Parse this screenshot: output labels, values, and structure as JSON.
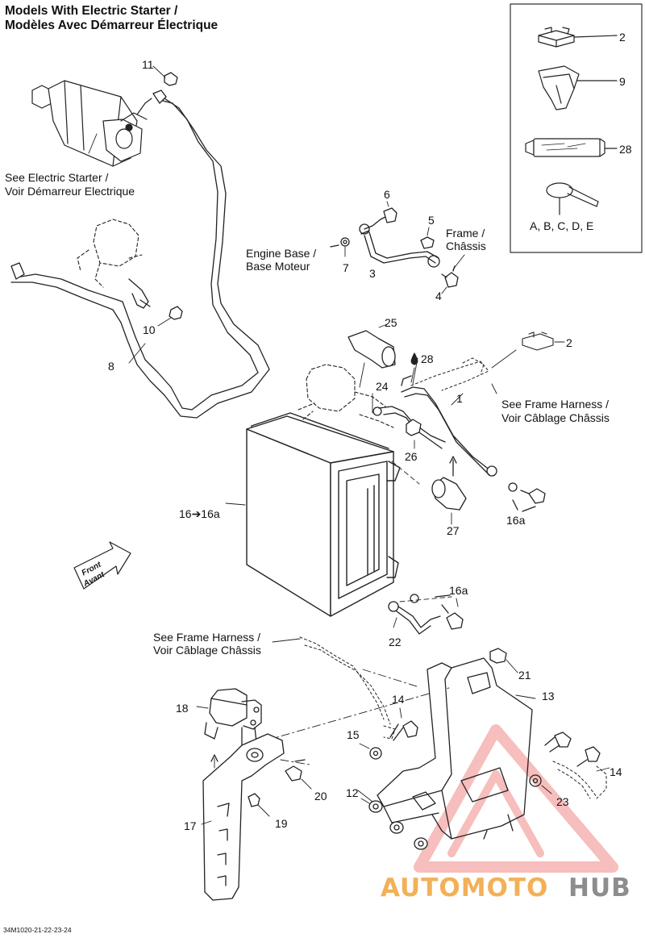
{
  "title": {
    "line1": "Models With Electric Starter /",
    "line2": "Modèles Avec Démarreur Électrique"
  },
  "callouts": {
    "starter_l1": "See Electric Starter /",
    "starter_l2": "Voir Démarreur Electrique",
    "engine_l1": "Engine Base /",
    "engine_l2": "Base Moteur",
    "frame_l1": "Frame /",
    "frame_l2": "Châssis",
    "harness_right_l1": "See Frame Harness /",
    "harness_right_l2": "Voir Câblage Châssis",
    "harness_left_l1": "See Frame Harness /",
    "harness_left_l2": "Voir Câblage Châssis",
    "front_l1": "Front",
    "front_l2": "Avant",
    "kit_letters": "A, B, C, D, E"
  },
  "part_numbers": {
    "p1": "1",
    "p2a": "2",
    "p2b": "2",
    "p3": "3",
    "p4": "4",
    "p5": "5",
    "p6": "6",
    "p7": "7",
    "p8": "8",
    "p9": "9",
    "p10": "10",
    "p11": "11",
    "p12": "12",
    "p13": "13",
    "p14a": "14",
    "p14b": "14",
    "p15": "15",
    "p16": "16➔16a",
    "p16a1": "16a",
    "p16a2": "16a",
    "p17": "17",
    "p18": "18",
    "p19": "19",
    "p20": "20",
    "p21": "21",
    "p22": "22",
    "p23": "23",
    "p24": "24",
    "p25": "25",
    "p26": "26",
    "p27": "27",
    "p28a": "28",
    "p28b": "28"
  },
  "footer_code": "34M1020-21-22-23-24",
  "watermark": {
    "part1": "AUTOMOTO",
    "part2": "HUB",
    "color_primary": "#e8322f",
    "color_secondary": "#f2a33a",
    "color_dark": "#7a7a7a"
  }
}
